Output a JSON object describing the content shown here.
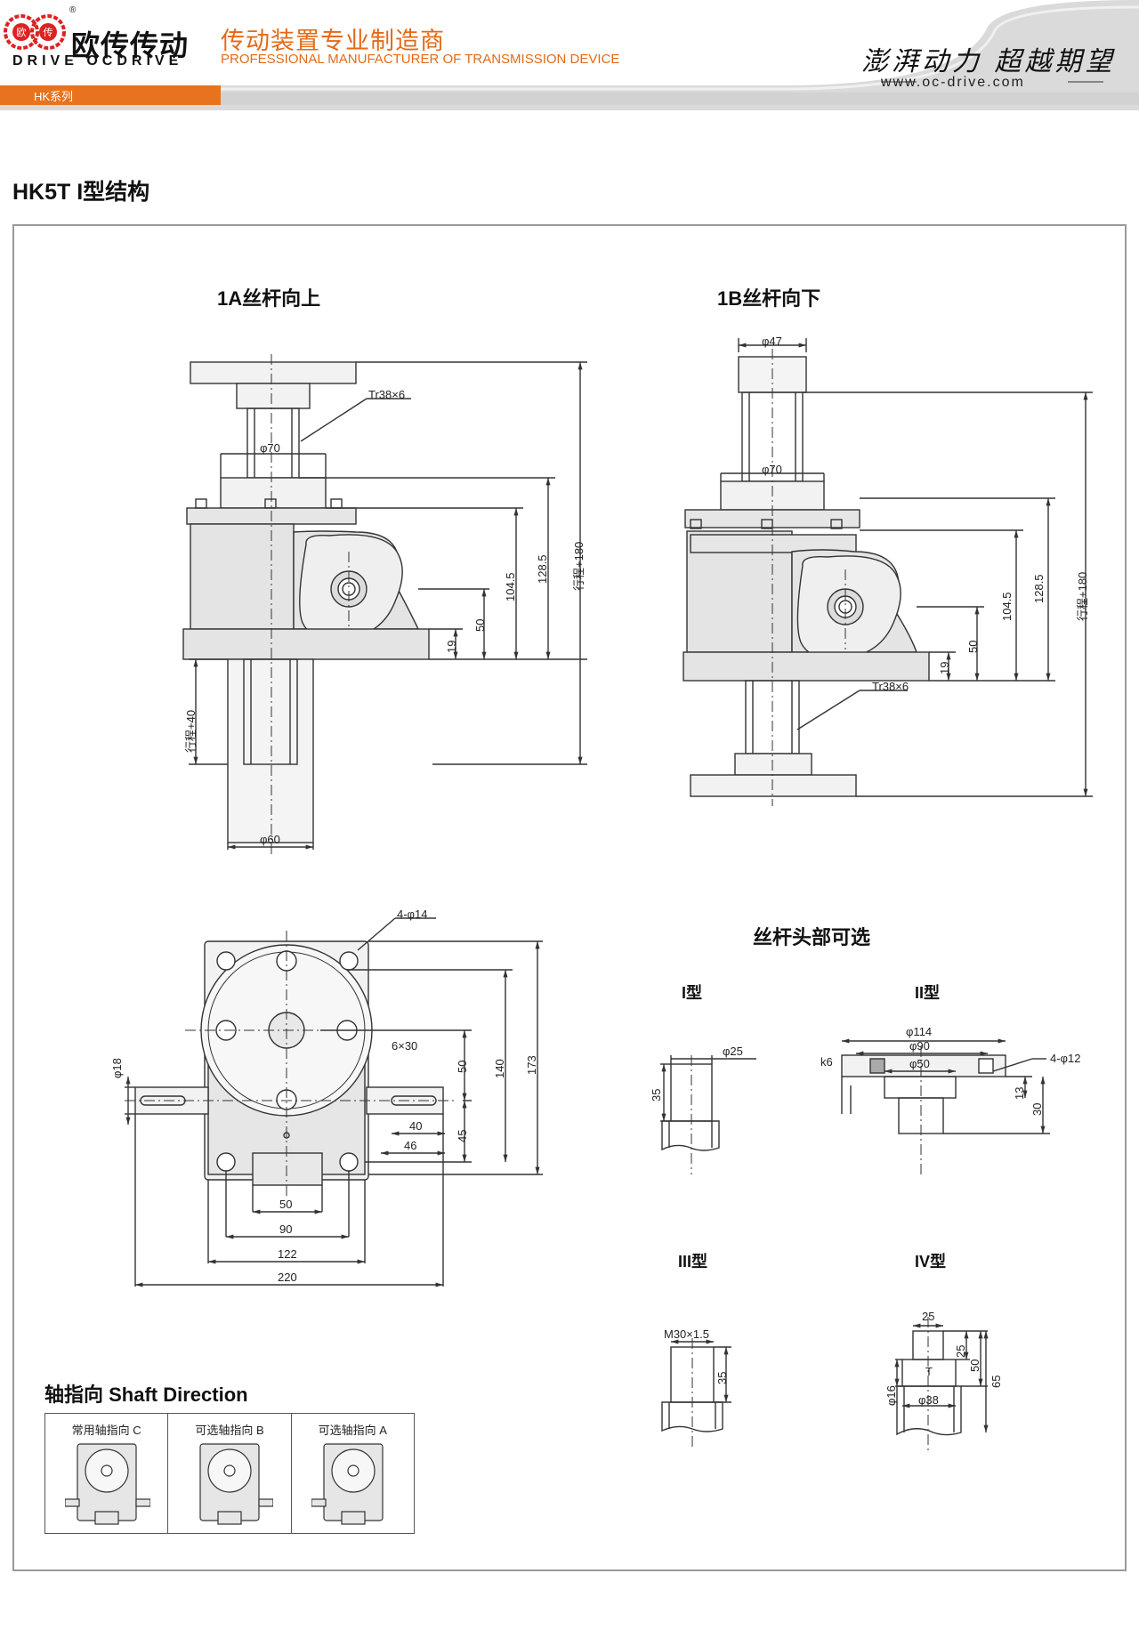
{
  "header": {
    "brand_cn": "欧传传动",
    "brand_en": "DRIVE  OCDRIVE",
    "tagline_cn": "传动装置专业制造商",
    "tagline_en": "PROFESSIONAL MANUFACTURER OF TRANSMISSION DEVICE",
    "slogan": "澎湃动力 超越期望",
    "website": "www.oc-drive.com",
    "series": "HK系列",
    "registered": "®",
    "logo_char_1": "欧",
    "logo_char_2": "传"
  },
  "page_title": "HK5T I型结构",
  "views": {
    "view_1a": {
      "title": "1A丝杆向上",
      "thread": "Tr38×6",
      "d70": "φ70",
      "d60": "φ60",
      "dim_19": "19",
      "dim_50": "50",
      "dim_104": "104.5",
      "dim_128": "128.5",
      "dim_stroke180": "行程+180",
      "dim_stroke40": "行程+40"
    },
    "view_1b": {
      "title": "1B丝杆向下",
      "thread": "Tr38×6",
      "d47": "φ47",
      "d70": "φ70",
      "dim_19": "19",
      "dim_50": "50",
      "dim_104": "104.5",
      "dim_128": "128.5",
      "dim_stroke180": "行程+180"
    },
    "top_view": {
      "holes": "4-φ14",
      "key": "6×30",
      "d18": "φ18",
      "dim_50v": "50",
      "dim_140": "140",
      "dim_173": "173",
      "dim_45": "45",
      "dim_40": "40",
      "dim_46": "46",
      "dim_50h": "50",
      "dim_90": "90",
      "dim_122": "122",
      "dim_220": "220"
    },
    "heads": {
      "title": "丝杆头部可选",
      "type1": {
        "label": "I型",
        "d25": "φ25",
        "h35": "35"
      },
      "type2": {
        "label": "II型",
        "d114": "φ114",
        "d90": "φ90",
        "d50": "φ50",
        "k6": "k6",
        "holes": "4-φ12",
        "h13": "13",
        "h30": "30"
      },
      "type3": {
        "label": "III型",
        "thread": "M30×1.5",
        "h35": "35"
      },
      "type4": {
        "label": "IV型",
        "w25": "25",
        "h25": "25",
        "h50": "50",
        "h65": "65",
        "d16": "φ16",
        "d38": "φ38",
        "t": "T"
      }
    }
  },
  "shaft_direction": {
    "title": "轴指向 Shaft Direction",
    "options": [
      {
        "label": "常用轴指向 C"
      },
      {
        "label": "可选轴指向 B"
      },
      {
        "label": "可选轴指向 A"
      }
    ]
  },
  "colors": {
    "accent_orange": "#e8731e",
    "gray_bar": "#d9d9d9",
    "housing_fill": "#e4e4e4",
    "line": "#333333"
  }
}
